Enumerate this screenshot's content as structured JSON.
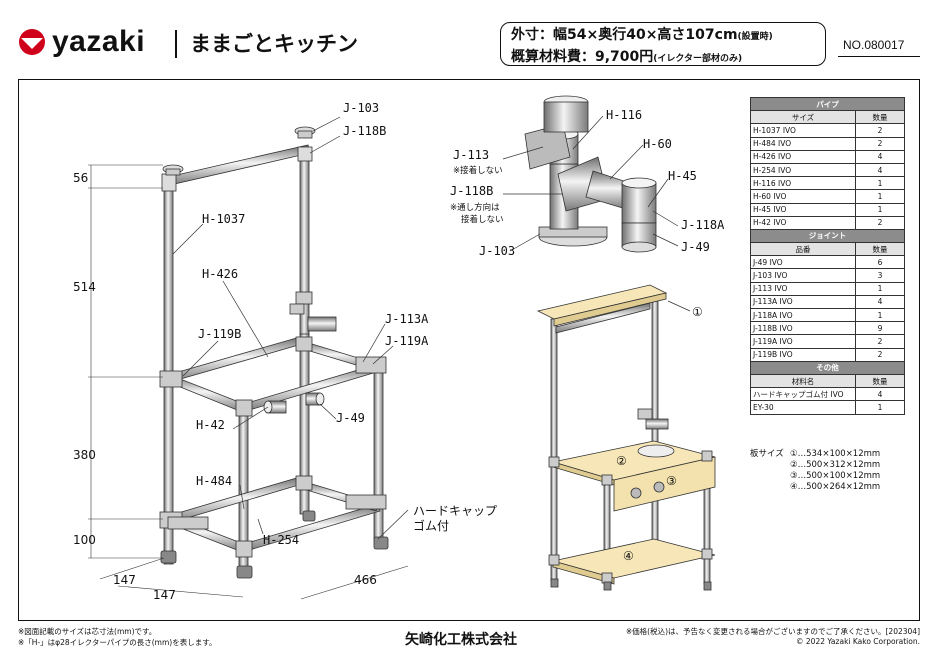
{
  "header": {
    "brand": "yazaki",
    "title": "ままごとキッチン",
    "dimensions_label": "外寸：幅54×奥行40×高さ107cm",
    "dimensions_note": "(設置時)",
    "cost_label": "概算材料費：9,700円",
    "cost_note": "(イレクター部材のみ)",
    "doc_number": "NO.080017"
  },
  "drawing": {
    "labels": {
      "j103_top": "J-103",
      "j118b_top": "J-118B",
      "h1037": "H-1037",
      "h426": "H-426",
      "j119b": "J-119B",
      "j113a": "J-113A",
      "j119a": "J-119A",
      "h42": "H-42",
      "j49": "J-49",
      "h484": "H-484",
      "h254": "H-254",
      "hardcap_1": "ハードキャップ",
      "hardcap_2": "ゴム付",
      "dim_56": "56",
      "dim_514": "514",
      "dim_380": "380",
      "dim_100": "100",
      "dim_147a": "147",
      "dim_147b": "147",
      "dim_466": "466"
    },
    "detail": {
      "h116": "H-116",
      "h60": "H-60",
      "h45": "H-45",
      "j113": "J-113",
      "j113_note": "※接着しない",
      "j118b": "J-118B",
      "j118b_note1": "※通し方向は",
      "j118b_note2": "接着しない",
      "j103": "J-103",
      "j118a": "J-118A",
      "j49": "J-49"
    },
    "board_markers": [
      "①",
      "②",
      "③",
      "④"
    ]
  },
  "parts": {
    "pipe_title": "パイプ",
    "pipe_headers": [
      "サイズ",
      "数量"
    ],
    "pipes": [
      [
        "H-1037 IVO",
        "2"
      ],
      [
        "H-484 IVO",
        "2"
      ],
      [
        "H-426 IVO",
        "4"
      ],
      [
        "H-254 IVO",
        "4"
      ],
      [
        "H-116 IVO",
        "1"
      ],
      [
        "H-60 IVO",
        "1"
      ],
      [
        "H-45 IVO",
        "1"
      ],
      [
        "H-42 IVO",
        "2"
      ]
    ],
    "joint_title": "ジョイント",
    "joint_headers": [
      "品番",
      "数量"
    ],
    "joints": [
      [
        "J-49 IVO",
        "6"
      ],
      [
        "J-103 IVO",
        "3"
      ],
      [
        "J-113 IVO",
        "1"
      ],
      [
        "J-113A IVO",
        "4"
      ],
      [
        "J-118A IVO",
        "1"
      ],
      [
        "J-118B IVO",
        "9"
      ],
      [
        "J-119A IVO",
        "2"
      ],
      [
        "J-119B IVO",
        "2"
      ]
    ],
    "other_title": "その他",
    "other_headers": [
      "材料名",
      "数量"
    ],
    "others": [
      [
        "ハードキャップゴム付 IVO",
        "4"
      ],
      [
        "EY-30",
        "1"
      ]
    ]
  },
  "boards": {
    "label": "板サイズ",
    "items": [
      "①…534×100×12mm",
      "②…500×312×12mm",
      "③…500×100×12mm",
      "④…500×264×12mm"
    ]
  },
  "footer": {
    "note1": "※図面記載のサイズは芯寸法(mm)です。",
    "note2": "※「H-」はφ28イレクターパイプの長さ(mm)を表します。",
    "company": "矢崎化工株式会社",
    "price_note": "※価格(税込)は、予告なく変更される場合がございますのでご了承ください。[202304]",
    "copyright": "© 2022 Yazaki Kako Corporation."
  }
}
